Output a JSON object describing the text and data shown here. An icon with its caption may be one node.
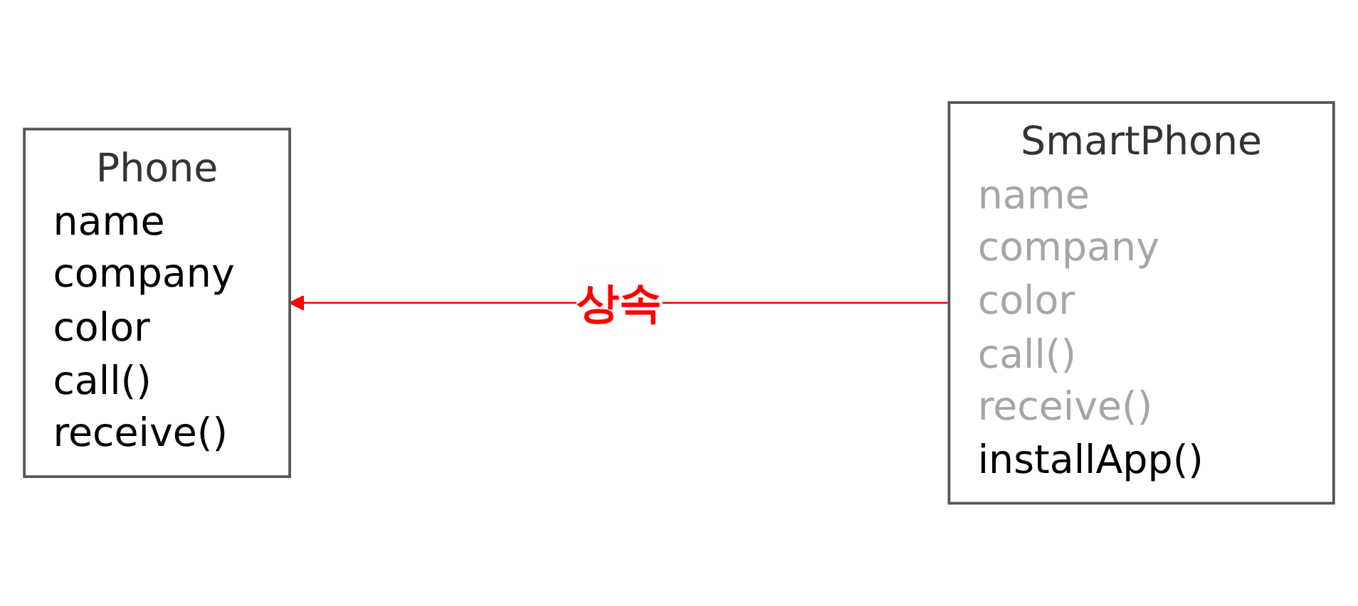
{
  "diagram": {
    "nodes": [
      {
        "text": [
          "Phone",
          "name",
          "company",
          "color",
          "call()",
          "receive()"
        ]
      },
      {
        "text": [
          "SmartPhone",
          "name",
          "company",
          "color",
          "call()",
          "receive()",
          "installApp()"
        ]
      }
    ],
    "edges": [
      {
        "from": 1,
        "to": 0,
        "arrow": "to",
        "label": "상속",
        "color": "#ff0000"
      }
    ]
  }
}
